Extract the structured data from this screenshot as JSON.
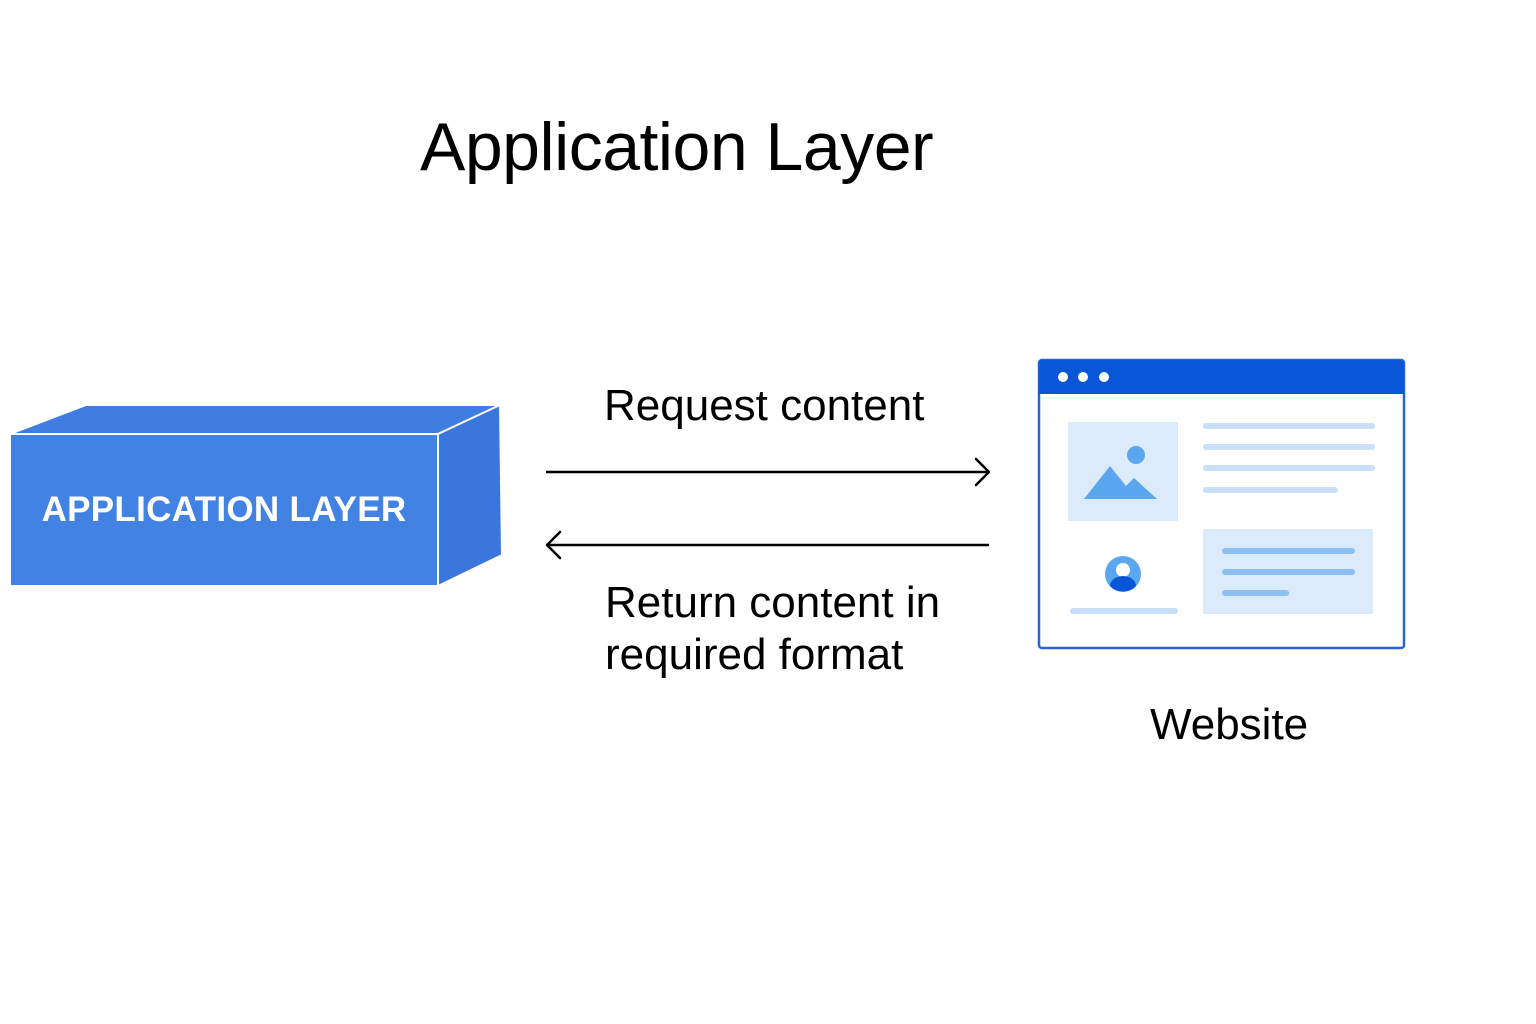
{
  "title": "Application Layer",
  "application_box": {
    "label": "APPLICATION LAYER"
  },
  "arrows": {
    "request_label": "Request content",
    "return_label_line1": "Return content in",
    "return_label_line2": "required format"
  },
  "website": {
    "label": "Website",
    "icon": "browser-window-icon"
  },
  "colors": {
    "box_front": "#4282e3",
    "box_top": "#3f7de0",
    "box_side": "#3a76dc",
    "browser_bar": "#0a56d8",
    "browser_border": "#2a63d6",
    "placeholder_light": "#dcebfb",
    "placeholder_line": "#c9e0f8",
    "icon_blue": "#5aa7f0",
    "arrow": "#000000"
  }
}
